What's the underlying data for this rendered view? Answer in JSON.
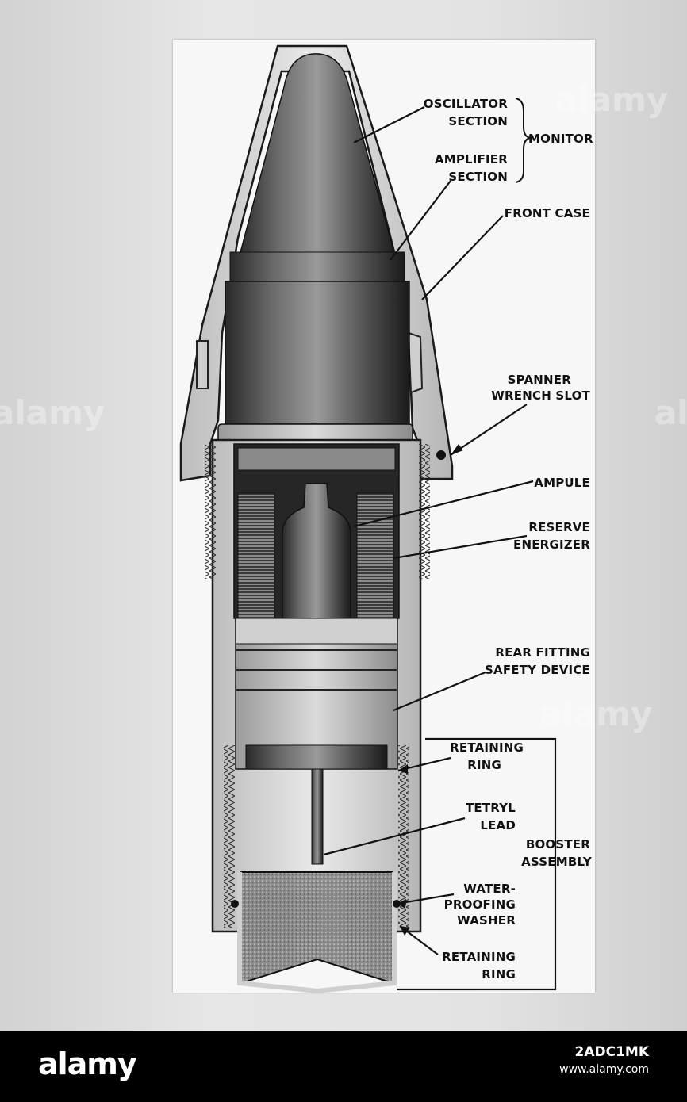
{
  "labels": {
    "oscillator": [
      "OSCILLATOR",
      "SECTION"
    ],
    "amplifier": [
      "AMPLIFIER",
      "SECTION"
    ],
    "monitor": "MONITOR",
    "front_case": "FRONT CASE",
    "spanner": [
      "SPANNER",
      "WRENCH SLOT"
    ],
    "ampule": "AMPULE",
    "reserve": [
      "RESERVE",
      "ENERGIZER"
    ],
    "rear_fitting": [
      "REAR FITTING",
      "SAFETY DEVICE"
    ],
    "retaining_ring_upper": [
      "RETAINING",
      "RING"
    ],
    "tetryl": [
      "TETRYL",
      "LEAD"
    ],
    "booster": [
      "BOOSTER",
      "ASSEMBLY"
    ],
    "water": [
      "WATER-",
      "PROOFING",
      "WASHER"
    ],
    "retaining_ring_lower": [
      "RETAINING",
      "RING"
    ]
  },
  "watermark": "alamy",
  "footer": {
    "logo": "alamy",
    "image_id": "2ADC1MK",
    "site": "www.alamy.com"
  },
  "colors": {
    "footer_bg": "#000000",
    "card_bg": "#f7f7f7",
    "ink": "#111111"
  }
}
